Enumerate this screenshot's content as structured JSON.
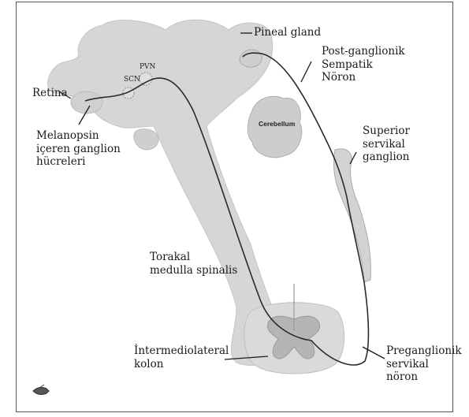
{
  "labels": {
    "pineal": "Pineal gland",
    "postganglionik": [
      "Post-ganglionik",
      "Sempatik",
      "Nöron"
    ],
    "retina": "Retina",
    "scn": "SCN",
    "pvn": "PVN",
    "cerebellum": "Cerebellum",
    "melanopsin": [
      "Melanopsin",
      "içeren ganglion",
      "hücreleri"
    ],
    "superior": [
      "Superior",
      "servikal",
      "ganglion"
    ],
    "torakal": [
      "Torakal",
      "medulla spinalis"
    ],
    "intermedio": [
      "İntermediolateral",
      "kolon"
    ],
    "preganglionik": [
      "Preganglionik",
      "servikal",
      "nöron"
    ]
  },
  "colors": {
    "tissue": "#d6d6d6",
    "tissue_dark": "#bdbdbd",
    "line": "#2a2a2a",
    "grey_matter": "#9a9a9a"
  }
}
